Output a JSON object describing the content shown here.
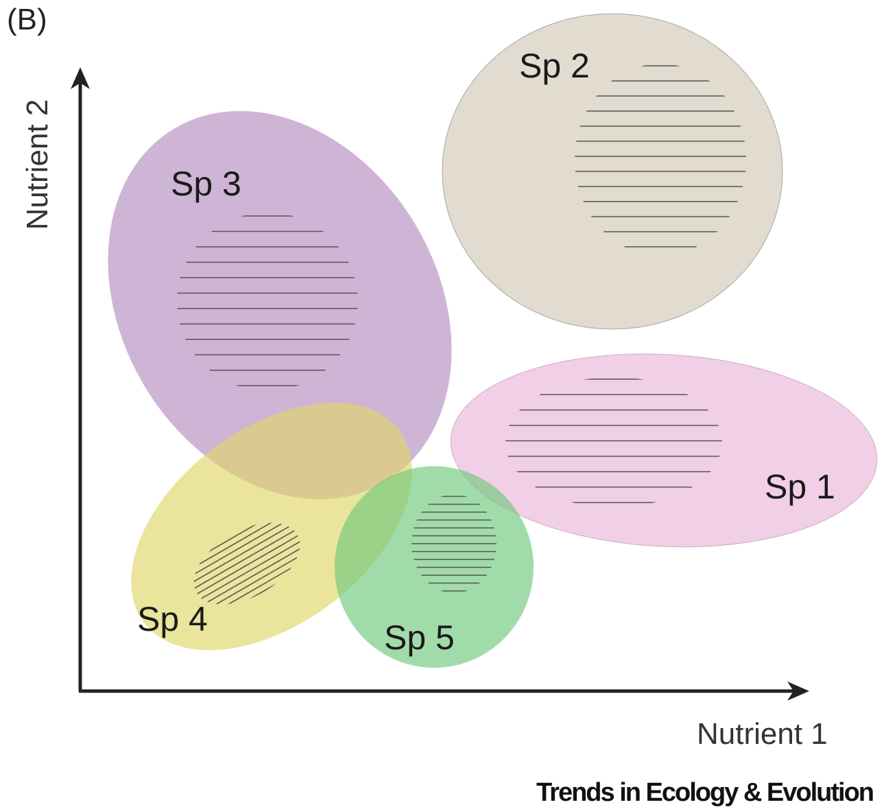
{
  "panel_label": "(B)",
  "axes": {
    "x_label": "Nutrient 1",
    "y_label": "Nutrient 2"
  },
  "species": [
    {
      "id": "sp1",
      "label": "Sp 1",
      "fill": "#ecbcdc"
    },
    {
      "id": "sp2",
      "label": "Sp 2",
      "fill": "#d9cfbf"
    },
    {
      "id": "sp3",
      "label": "Sp 3",
      "fill": "#a578b5"
    },
    {
      "id": "sp4",
      "label": "Sp 4",
      "fill": "#e0d668"
    },
    {
      "id": "sp5",
      "label": "Sp 5",
      "fill": "#70c77c"
    }
  ],
  "hatch_color": "#555555",
  "footer": {
    "journal": "Trends in Ecology & Evolution"
  }
}
